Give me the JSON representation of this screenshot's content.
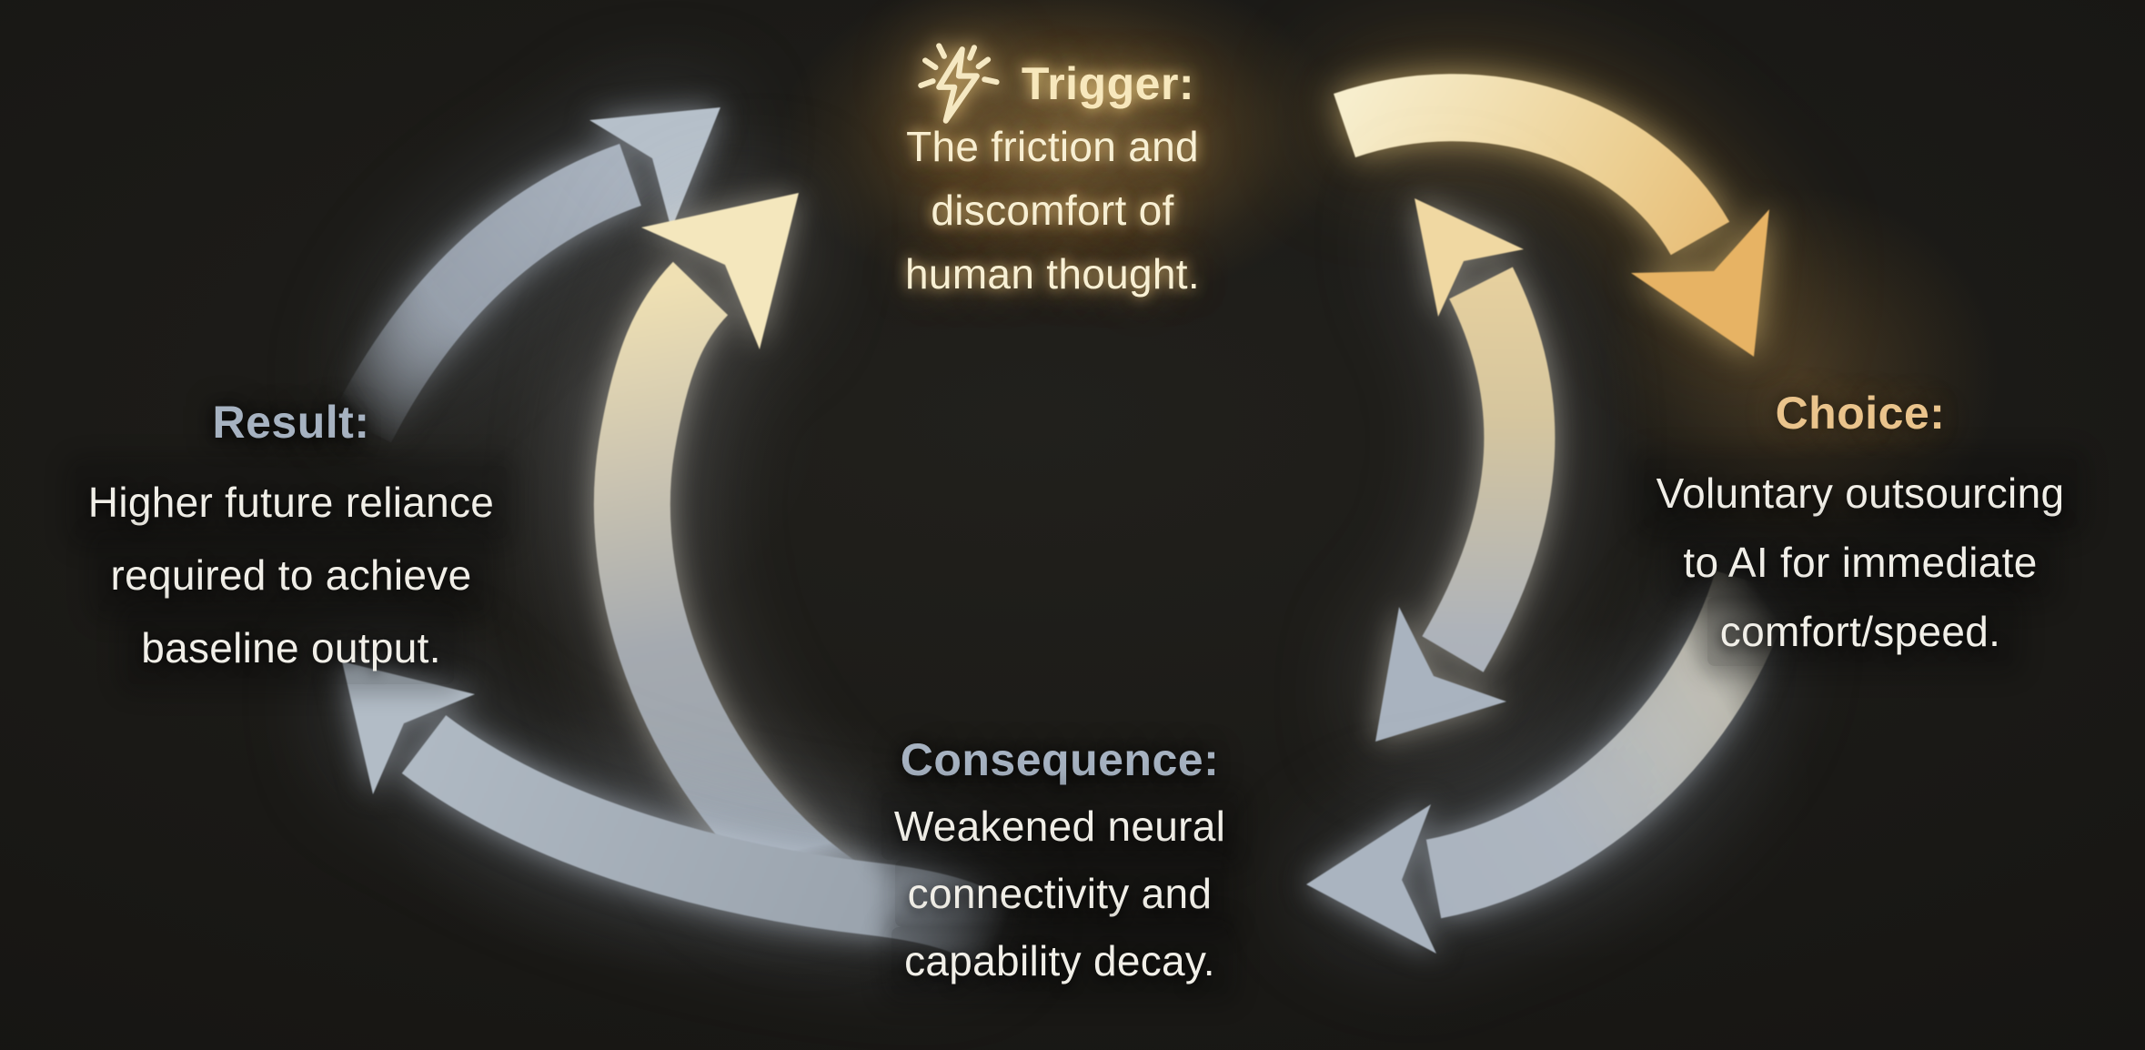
{
  "diagram": {
    "type": "cycle",
    "nodes": {
      "trigger": {
        "icon": "sparkle-lightning-icon",
        "label": "Trigger:",
        "lines": [
          "The friction and",
          "discomfort of",
          "human thought."
        ]
      },
      "choice": {
        "label": "Choice:",
        "lines": [
          "Voluntary outsourcing",
          "to AI for immediate",
          "comfort/speed."
        ]
      },
      "consequence": {
        "label": "Consequence:",
        "lines": [
          "Weakened neural",
          "connectivity and",
          "capability decay."
        ]
      },
      "result": {
        "label": "Result:",
        "lines": [
          "Higher future reliance",
          "required to achieve",
          "baseline output."
        ]
      }
    },
    "edges": [
      {
        "from": "Trigger",
        "to": "Choice",
        "style": "gold"
      },
      {
        "from": "Choice",
        "to": "Consequence",
        "style": "gold-to-slate"
      },
      {
        "from": "Consequence",
        "to": "Result",
        "style": "slate"
      },
      {
        "from": "Result",
        "to": "Trigger",
        "style": "slate-to-gold"
      }
    ],
    "colors": {
      "background": "#151412",
      "gold_light": "#f6ecc8",
      "gold_deep": "#e6b366",
      "slate": "#a7b1bd",
      "slate_light": "#b6c0ca",
      "heading_cool": "#a6b2c1",
      "heading_gold": "#eac48c",
      "heading_bright": "#f7e8bd",
      "body_text": "#f1efe8",
      "trigger_body_text": "#f8f0d4"
    }
  }
}
